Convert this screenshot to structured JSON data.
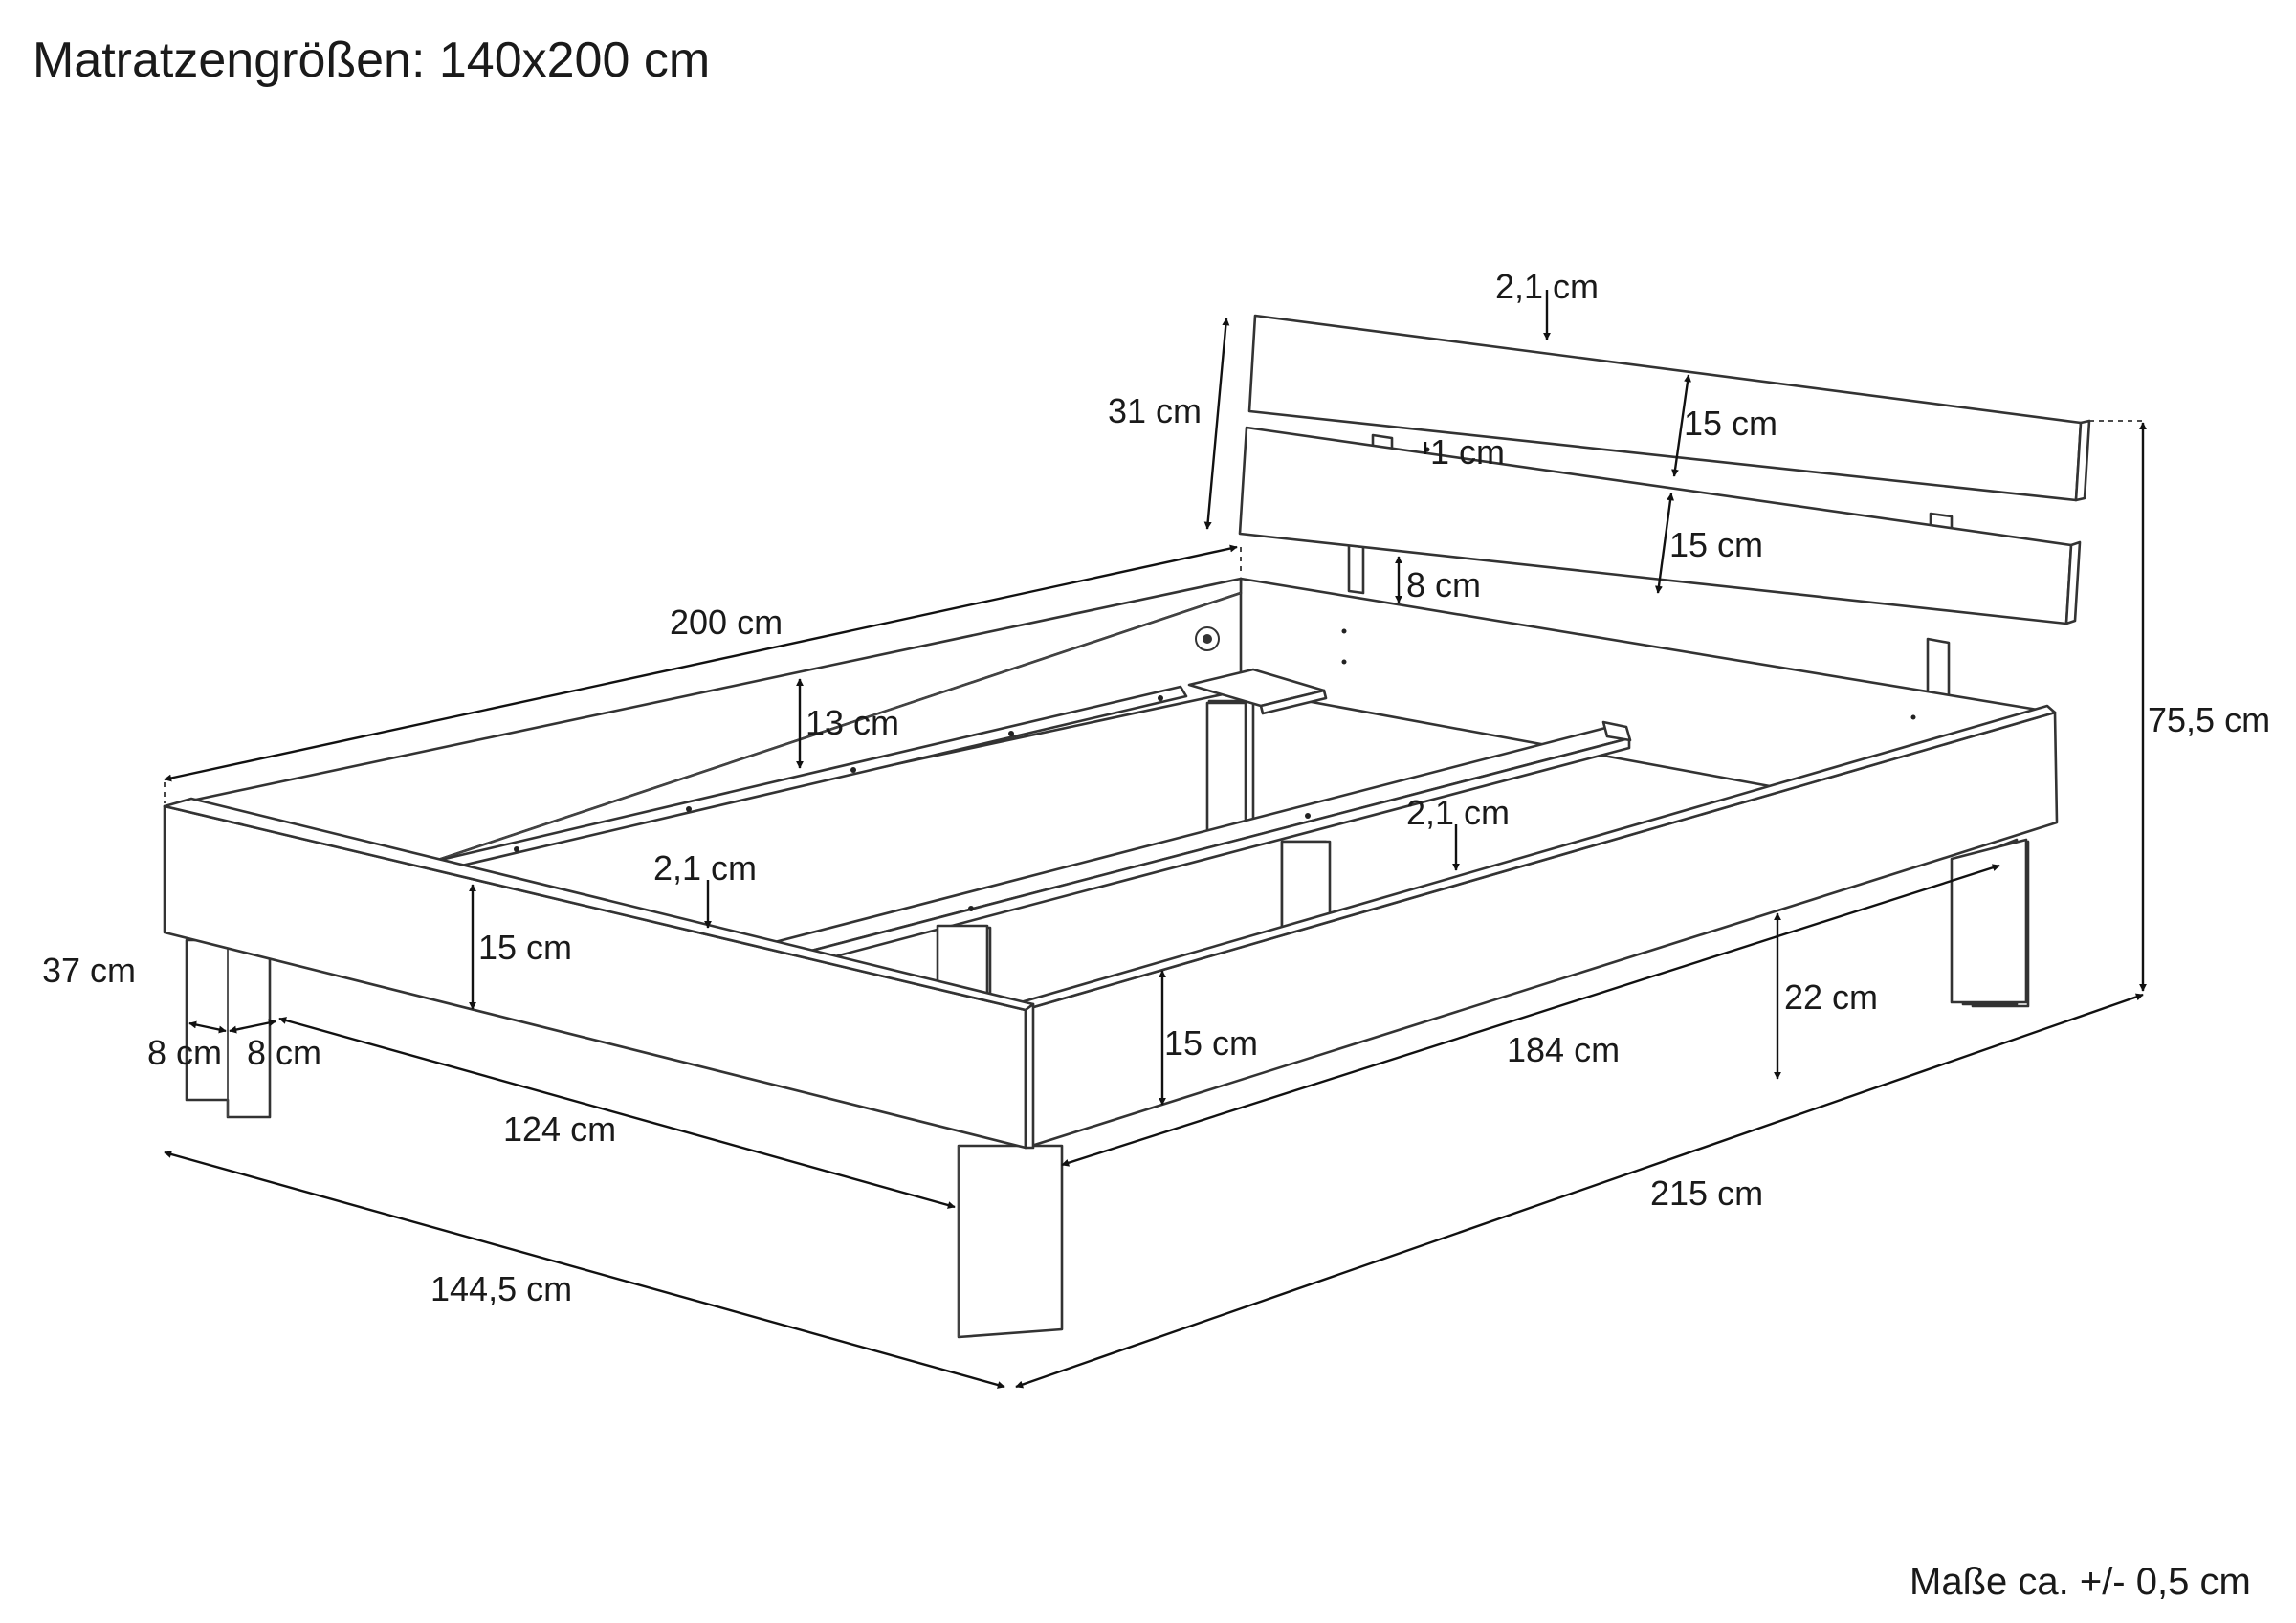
{
  "title": "Matratzengrößen: 140x200 cm",
  "note": "Maße ca. +/- 0,5 cm",
  "dimensions": {
    "headboard_thickness": "2,1 cm",
    "headboard_height": "31 cm",
    "board_upper": "15 cm",
    "board_gap": "1 cm",
    "board_lower": "15 cm",
    "headboard_clearance": "8 cm",
    "total_height": "75,5 cm",
    "frame_length": "200 cm",
    "side_rail_height": "13 cm",
    "center_beam_thickness": "2,1 cm",
    "slat_support_thickness": "2,1 cm",
    "foot_rail_height": "15 cm",
    "side_rail_front_height": "15 cm",
    "leg_height": "22 cm",
    "height_to_frame_top": "37 cm",
    "leg_width_a": "8 cm",
    "leg_width_b": "8 cm",
    "inner_width": "124 cm",
    "inner_length": "184 cm",
    "outer_width": "144,5 cm",
    "outer_length": "215 cm"
  }
}
